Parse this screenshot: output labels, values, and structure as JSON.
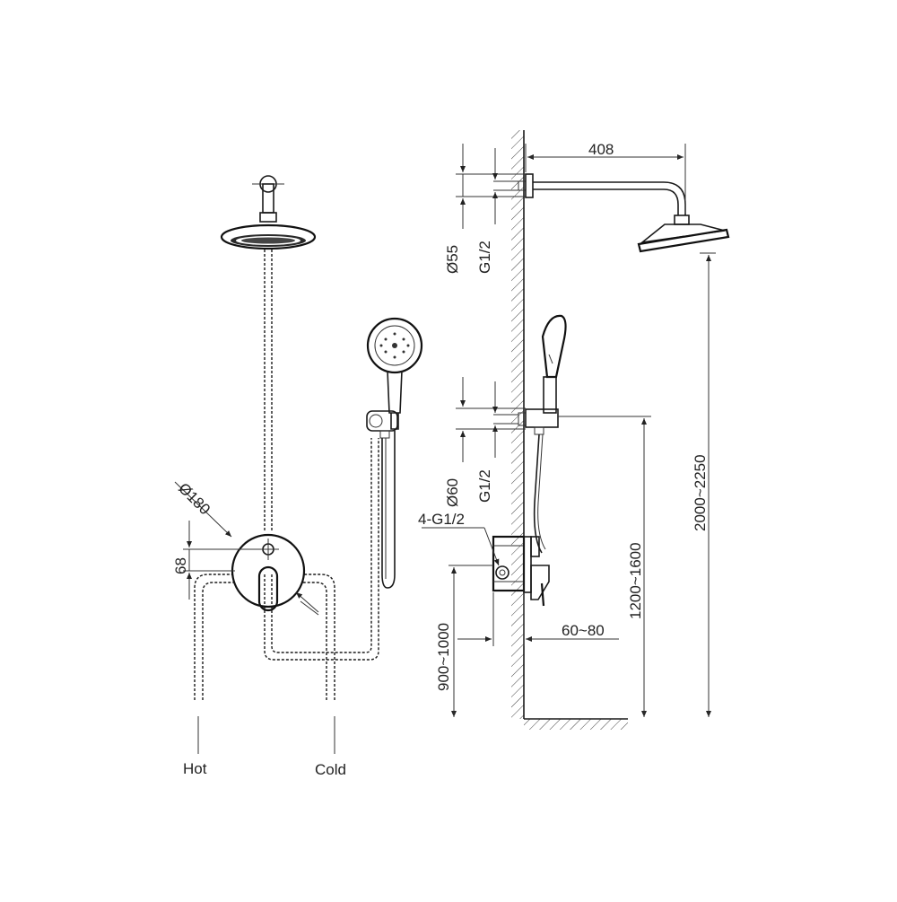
{
  "labels": {
    "dia_head_pipe": "Ø55",
    "thread_head": "G1/2",
    "arm_length": "408",
    "dia_holder": "Ø60",
    "thread_holder": "G1/2",
    "valve_ports": "4-G1/2",
    "valve_height": "900~1000",
    "wall_depth": "60~80",
    "holder_height": "1200~1600",
    "head_height": "2000~2250",
    "plate_diameter": "Ø180",
    "handle_offset": "68",
    "hot": "Hot",
    "cold": "Cold"
  }
}
